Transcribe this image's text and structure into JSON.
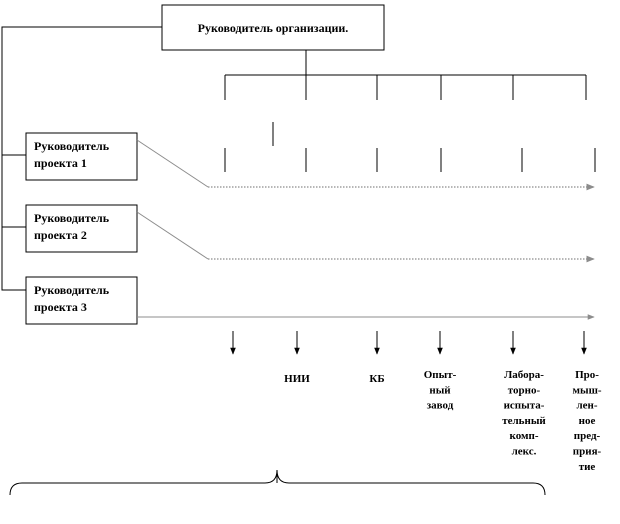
{
  "head": {
    "label": "Руководитель организации."
  },
  "managers": [
    {
      "line1": "Руководитель",
      "line2": "проекта 1"
    },
    {
      "line1": "Руководитель",
      "line2": "проекта 2"
    },
    {
      "line1": "Руководитель",
      "line2": "проекта 3"
    }
  ],
  "departments": [
    {
      "lines": []
    },
    {
      "lines": [
        "НИИ"
      ]
    },
    {
      "lines": [
        "КБ"
      ]
    },
    {
      "lines": [
        "Опыт-",
        "ный",
        "завод"
      ]
    },
    {
      "lines": [
        "Лабора-",
        "торно-",
        "испыта-",
        "тельный",
        "комп-",
        "лекс."
      ]
    },
    {
      "lines": [
        "Про-",
        "мыш-",
        "лен-",
        "ное",
        "пред-",
        "прия-",
        "тие"
      ]
    }
  ]
}
